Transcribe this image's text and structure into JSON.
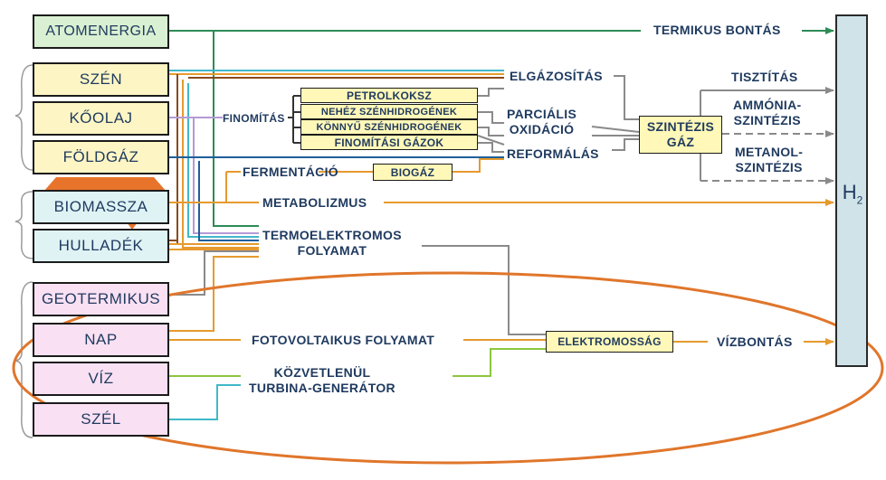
{
  "sources": {
    "atomenergia": "ATOMENERGIA",
    "szen": "SZÉN",
    "koolaj": "KŐOLAJ",
    "foldgaz": "FÖLDGÁZ",
    "biomassza": "BIOMASSZA",
    "hulladek": "HULLADÉK",
    "geotermikus": "GEOTERMIKUS",
    "nap": "NAP",
    "viz": "VÍZ",
    "szel": "SZÉL"
  },
  "products": {
    "petrolkoksz": "PETROLKOKSZ",
    "nehez": "NEHÉZ SZÉNHIDROGÉNEK",
    "konnyu": "KÖNNYŰ SZÉNHIDROGÉNEK",
    "finomitasi_gazok": "FINOMÍTÁSI GÁZOK",
    "biogaz": "BIOGÁZ",
    "elektromossag": "ELEKTROMOSSÁG",
    "szintezis_gaz_1": "SZINTÉZIS",
    "szintezis_gaz_2": "GÁZ"
  },
  "processes": {
    "termikus_bontas": "TERMIKUS BONTÁS",
    "elgazositas": "ELGÁZOSÍTÁS",
    "parcialis_oxidacio_1": "PARCIÁLIS",
    "parcialis_oxidacio_2": "OXIDÁCIÓ",
    "reformalas": "REFORMÁLÁS",
    "finomitas": "FINOMÍTÁS",
    "fermentacio": "FERMENTÁCIÓ",
    "metabolizmus": "METABOLIZMUS",
    "termoelektromos_1": "TERMOELEKTROMOS",
    "termoelektromos_2": "FOLYAMAT",
    "fotovoltaikus": "FOTOVOLTAIKUS FOLYAMAT",
    "kozvetlenul_1": "KÖZVETLENÜL",
    "kozvetlenul_2": "TURBINA-GENERÁTOR",
    "tisztitas": "TISZTÍTÁS",
    "ammonia_1": "AMMÓNIA-",
    "ammonia_2": "SZINTÉZIS",
    "metanol_1": "METANOL-",
    "metanol_2": "SZINTÉZIS",
    "vizbontas": "VÍZBONTÁS"
  },
  "target": {
    "letter": "H",
    "subscript": "2"
  },
  "colors": {
    "green": "#2e8b57",
    "cyan": "#3fb8c8",
    "orange": "#e69a2e",
    "brown": "#8b4a1c",
    "lavender": "#b49ad6",
    "gray": "#8a8a8a",
    "lime": "#8cc63f",
    "navy": "#1f5f9a",
    "ellipse": "#e0762b"
  }
}
